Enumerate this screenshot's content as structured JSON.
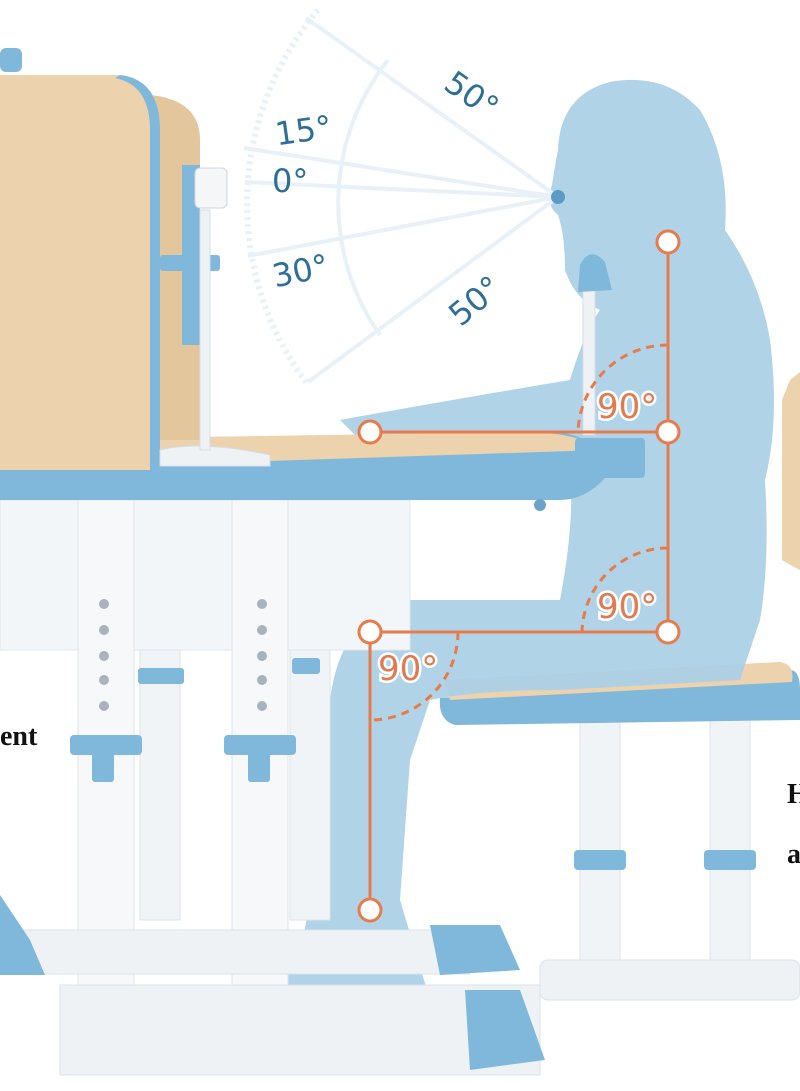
{
  "colors": {
    "accent_orange": "#e77b4c",
    "desk_blue": "#7fb8da",
    "silhouette_blue": "#a9cfe6",
    "wood": "#ecd2ad",
    "leg_white": "#f1f4f7"
  },
  "viewing_angles": {
    "upper_50": "50°",
    "upper_15": "15°",
    "zero": "0°",
    "lower_30": "30°",
    "lower_50": "50°"
  },
  "posture_angles": {
    "elbow": "90°",
    "hip": "90°",
    "knee": "90°"
  },
  "side_text": {
    "left_fragment": "ent",
    "right_fragment_1": "H",
    "right_fragment_2": "a"
  }
}
